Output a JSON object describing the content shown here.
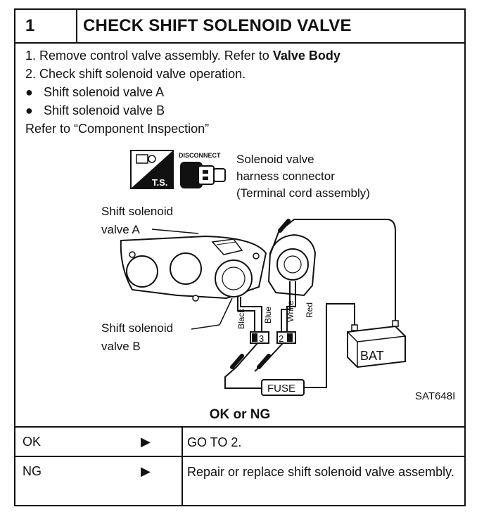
{
  "header": {
    "step": "1",
    "title": "CHECK SHIFT SOLENOID VALVE"
  },
  "instructions": {
    "line1_prefix": "1.  Remove control valve assembly. Refer to ",
    "line1_bold": "Valve Body",
    "line2": "2.  Check shift solenoid valve operation.",
    "bullets": [
      "Shift solenoid valve A",
      "Shift solenoid valve B"
    ],
    "bullet_symbol": "●",
    "refer": "Refer to “Component Inspection”"
  },
  "diagram": {
    "ts_badge": "T.S.",
    "disconnect": "DISCONNECT",
    "connector_label": [
      "Solenoid valve",
      "harness connector",
      "(Terminal cord assembly)"
    ],
    "valve_a_label": [
      "Shift solenoid",
      "valve A"
    ],
    "valve_b_label": [
      "Shift solenoid",
      "valve B"
    ],
    "wires": [
      "Black",
      "Blue",
      "White",
      "Red"
    ],
    "terminals": [
      "3",
      "2"
    ],
    "fuse": "FUSE",
    "battery": "BAT",
    "figure_code": "SAT648I"
  },
  "result": {
    "heading": "OK or NG",
    "rows": [
      {
        "code": "OK",
        "arrow": "▶",
        "action": "GO TO 2."
      },
      {
        "code": "NG",
        "arrow": "▶",
        "action": "Repair or replace shift solenoid valve assembly."
      }
    ]
  }
}
